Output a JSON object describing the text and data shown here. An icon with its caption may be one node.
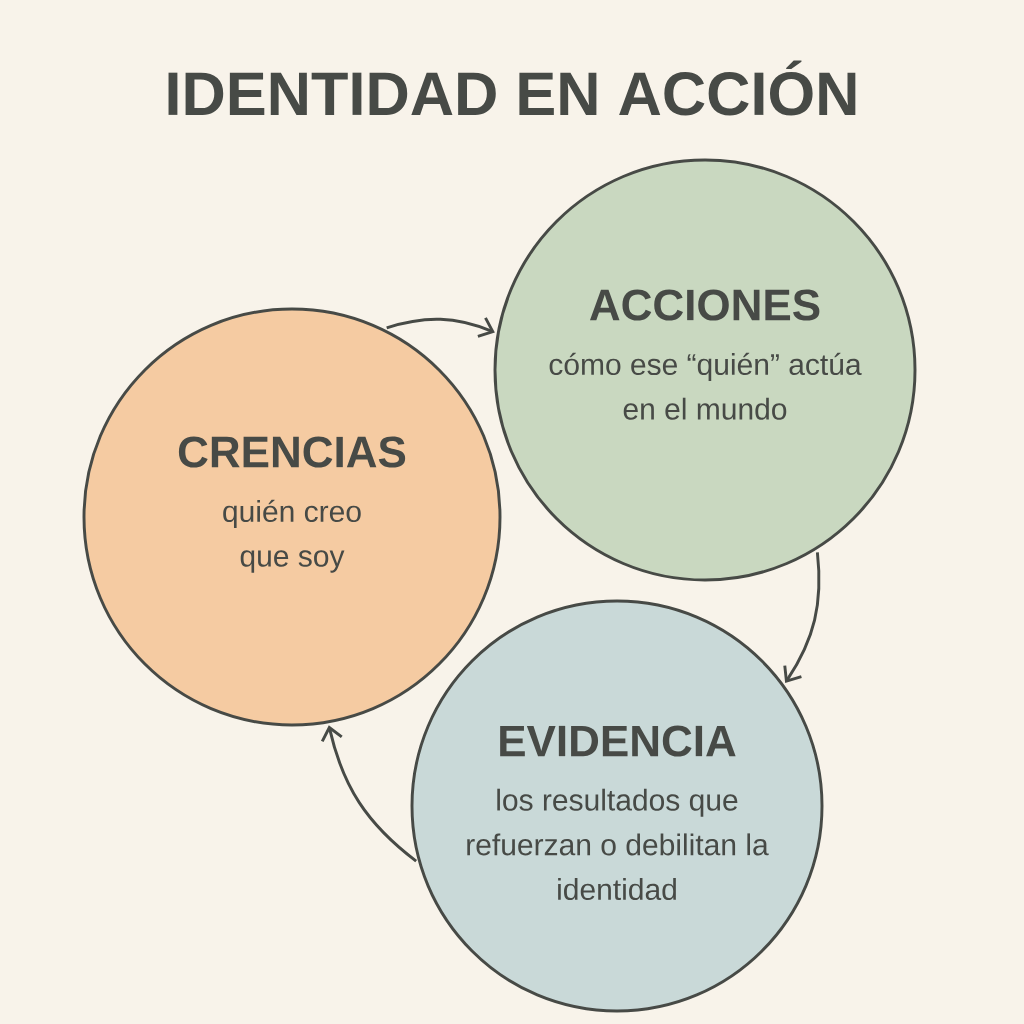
{
  "diagram": {
    "title": "IDENTIDAD EN ACCIÓN",
    "nodes": [
      {
        "text": [
          "CRENCIAS",
          "quién creo que soy"
        ]
      },
      {
        "text": [
          "ACCIONES",
          "cómo ese “quién” actúa en el mundo"
        ]
      },
      {
        "text": [
          "EVIDENCIA",
          "los resultados que refuerzan o debilitan la identidad"
        ]
      }
    ],
    "edges": [
      {
        "from": 0,
        "to": 1,
        "arrow": "to"
      },
      {
        "from": 1,
        "to": 2,
        "arrow": "to"
      },
      {
        "from": 2,
        "to": 0,
        "arrow": "to"
      }
    ]
  }
}
